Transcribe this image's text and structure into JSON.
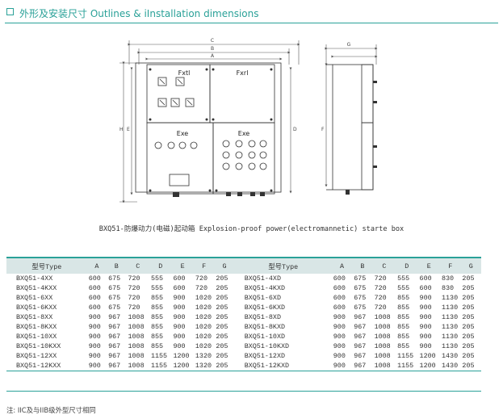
{
  "header": {
    "title": "外形及安装尺寸 Outlines & iInstallation dimensions"
  },
  "drawing": {
    "dim_letters": [
      "C",
      "B",
      "A",
      "H",
      "E",
      "D",
      "G",
      "F"
    ],
    "panel_labels": [
      "Fxtl",
      "Fxrl",
      "Exe",
      "Exe"
    ]
  },
  "caption": "BXQ51-防爆动力(电磁)起动箱 Explosion-proof power(electromannetic) starte box",
  "table": {
    "headers": [
      "型号Type",
      "A",
      "B",
      "C",
      "D",
      "E",
      "F",
      "G"
    ],
    "left_rows": [
      [
        "BXQ51-4XX",
        "600",
        "675",
        "720",
        "555",
        "600",
        "720",
        "205"
      ],
      [
        "BXQ51-4KXX",
        "600",
        "675",
        "720",
        "555",
        "600",
        "720",
        "205"
      ],
      [
        "BXQ51-6XX",
        "600",
        "675",
        "720",
        "855",
        "900",
        "1020",
        "205"
      ],
      [
        "BXQ51-6KXX",
        "600",
        "675",
        "720",
        "855",
        "900",
        "1020",
        "205"
      ],
      [
        "BXQ51-8XX",
        "900",
        "967",
        "1008",
        "855",
        "900",
        "1020",
        "205"
      ],
      [
        "BXQ51-8KXX",
        "900",
        "967",
        "1008",
        "855",
        "900",
        "1020",
        "205"
      ],
      [
        "BXQ51-10XX",
        "900",
        "967",
        "1008",
        "855",
        "900",
        "1020",
        "205"
      ],
      [
        "BXQ51-10KXX",
        "900",
        "967",
        "1008",
        "855",
        "900",
        "1020",
        "205"
      ],
      [
        "BXQ51-12XX",
        "900",
        "967",
        "1008",
        "1155",
        "1200",
        "1320",
        "205"
      ],
      [
        "BXQ51-12KXX",
        "900",
        "967",
        "1008",
        "1155",
        "1200",
        "1320",
        "205"
      ]
    ],
    "right_rows": [
      [
        "BXQ51-4XD",
        "600",
        "675",
        "720",
        "555",
        "600",
        "830",
        "205"
      ],
      [
        "BXQ51-4KXD",
        "600",
        "675",
        "720",
        "555",
        "600",
        "830",
        "205"
      ],
      [
        "BXQ51-6XD",
        "600",
        "675",
        "720",
        "855",
        "900",
        "1130",
        "205"
      ],
      [
        "BXQ51-6KXD",
        "600",
        "675",
        "720",
        "855",
        "900",
        "1130",
        "205"
      ],
      [
        "BXQ51-8XD",
        "900",
        "967",
        "1008",
        "855",
        "900",
        "1130",
        "205"
      ],
      [
        "BXQ51-8KXD",
        "900",
        "967",
        "1008",
        "855",
        "900",
        "1130",
        "205"
      ],
      [
        "BXQ51-10XD",
        "900",
        "967",
        "1008",
        "855",
        "900",
        "1130",
        "205"
      ],
      [
        "BXQ51-10KXD",
        "900",
        "967",
        "1008",
        "855",
        "900",
        "1130",
        "205"
      ],
      [
        "BXQ51-12XD",
        "900",
        "967",
        "1008",
        "1155",
        "1200",
        "1430",
        "205"
      ],
      [
        "BXQ51-12KXD",
        "900",
        "967",
        "1008",
        "1155",
        "1200",
        "1430",
        "205"
      ]
    ]
  },
  "note": "注: IIC及与IIB级外型尺寸相同"
}
